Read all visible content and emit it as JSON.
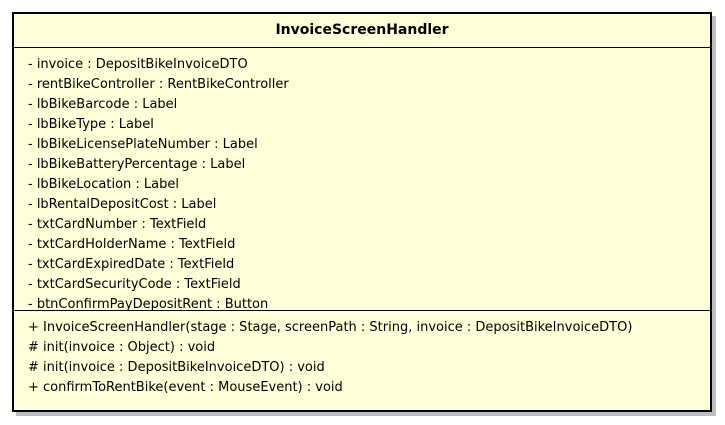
{
  "class": {
    "name": "InvoiceScreenHandler",
    "attributes": [
      "- invoice : DepositBikeInvoiceDTO",
      "- rentBikeController : RentBikeController",
      "- lbBikeBarcode : Label",
      "- lbBikeType : Label",
      "- lbBikeLicensePlateNumber : Label",
      "- lbBikeBatteryPercentage : Label",
      "- lbBikeLocation : Label",
      "- lbRentalDepositCost : Label",
      "- txtCardNumber : TextField",
      "- txtCardHolderName : TextField",
      "- txtCardExpiredDate : TextField",
      "- txtCardSecurityCode : TextField",
      "- btnConfirmPayDepositRent : Button"
    ],
    "methods": [
      "+ InvoiceScreenHandler(stage : Stage, screenPath : String, invoice : DepositBikeInvoiceDTO)",
      "# init(invoice : Object) : void",
      "# init(invoice : DepositBikeInvoiceDTO) : void",
      "+ confirmToRentBike(event : MouseEvent) : void"
    ]
  },
  "colors": {
    "class_fill": "#FFFFD9",
    "border": "#000000"
  }
}
